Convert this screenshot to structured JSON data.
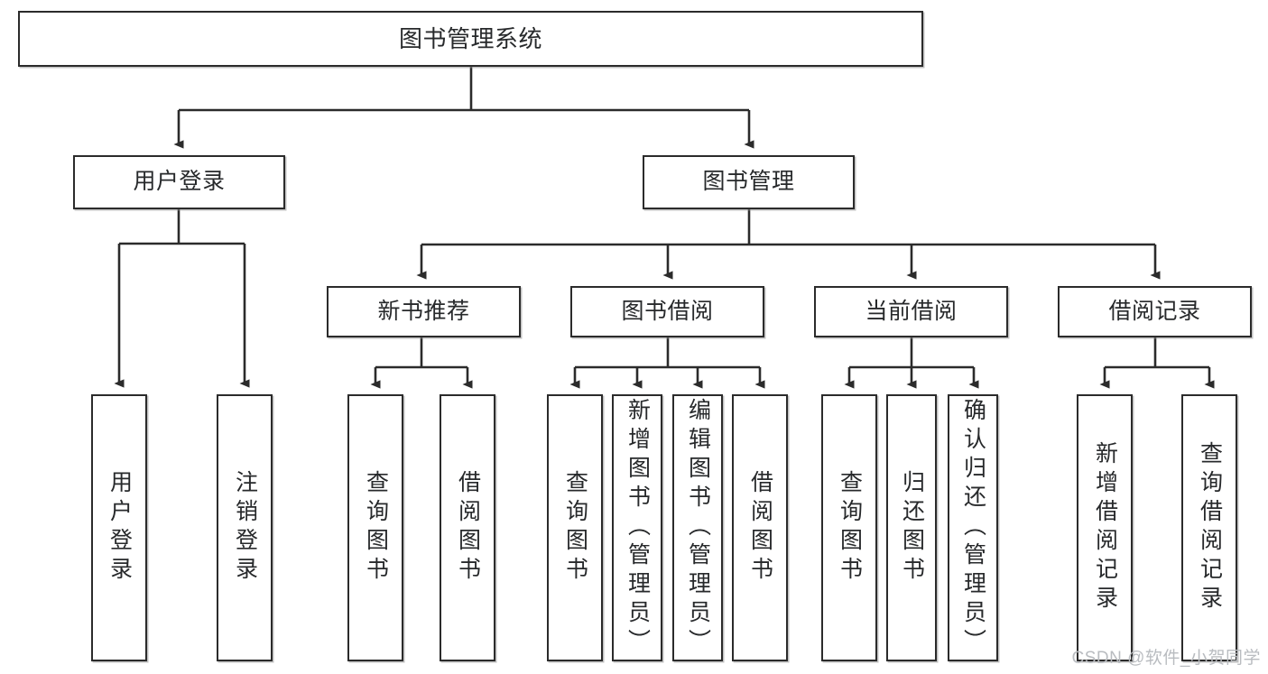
{
  "diagram": {
    "type": "tree-hierarchy",
    "title": "图书管理系统",
    "watermark": "CSDN @软件_小贺同学",
    "colors": {
      "box_border": "#2b2b2b",
      "box_fill": "#ffffff",
      "edge": "#2b2b2b",
      "text": "#27292b",
      "watermark": "#b9bcc0"
    },
    "nodes": {
      "root": {
        "id": "root",
        "label": "图书管理系统",
        "level": 0,
        "orientation": "horizontal"
      },
      "level1": [
        {
          "id": "user-login",
          "label": "用户登录",
          "orientation": "horizontal"
        },
        {
          "id": "book-manage",
          "label": "图书管理",
          "orientation": "horizontal"
        }
      ],
      "level2": [
        {
          "id": "new-book-rec",
          "label": "新书推荐",
          "parent": "book-manage",
          "orientation": "horizontal"
        },
        {
          "id": "book-borrow",
          "label": "图书借阅",
          "parent": "book-manage",
          "orientation": "horizontal"
        },
        {
          "id": "current-borrow",
          "label": "当前借阅",
          "parent": "book-manage",
          "orientation": "horizontal"
        },
        {
          "id": "borrow-record",
          "label": "借阅记录",
          "parent": "book-manage",
          "orientation": "horizontal"
        }
      ],
      "leaves": [
        {
          "id": "leaf-user-login",
          "label": "用户登录",
          "parent": "user-login",
          "orientation": "vertical"
        },
        {
          "id": "leaf-user-logout",
          "label": "注销登录",
          "parent": "user-login",
          "orientation": "vertical"
        },
        {
          "id": "leaf-query-book-1",
          "label": "查询图书",
          "parent": "new-book-rec",
          "orientation": "vertical"
        },
        {
          "id": "leaf-borrow-book-1",
          "label": "借阅图书",
          "parent": "new-book-rec",
          "orientation": "vertical"
        },
        {
          "id": "leaf-query-book-2",
          "label": "查询图书",
          "parent": "book-borrow",
          "orientation": "vertical"
        },
        {
          "id": "leaf-add-book",
          "label": "新增图书（管理员）",
          "parent": "book-borrow",
          "orientation": "vertical"
        },
        {
          "id": "leaf-edit-book",
          "label": "编辑图书（管理员）",
          "parent": "book-borrow",
          "orientation": "vertical"
        },
        {
          "id": "leaf-borrow-book-2",
          "label": "借阅图书",
          "parent": "book-borrow",
          "orientation": "vertical"
        },
        {
          "id": "leaf-query-book-3",
          "label": "查询图书",
          "parent": "current-borrow",
          "orientation": "vertical"
        },
        {
          "id": "leaf-return-book",
          "label": "归还图书",
          "parent": "current-borrow",
          "orientation": "vertical"
        },
        {
          "id": "leaf-confirm-return",
          "label": "确认归还（管理员）",
          "parent": "current-borrow",
          "orientation": "vertical"
        },
        {
          "id": "leaf-add-record",
          "label": "新增借阅记录",
          "parent": "borrow-record",
          "orientation": "vertical"
        },
        {
          "id": "leaf-query-record",
          "label": "查询借阅记录",
          "parent": "borrow-record",
          "orientation": "vertical"
        }
      ]
    }
  }
}
